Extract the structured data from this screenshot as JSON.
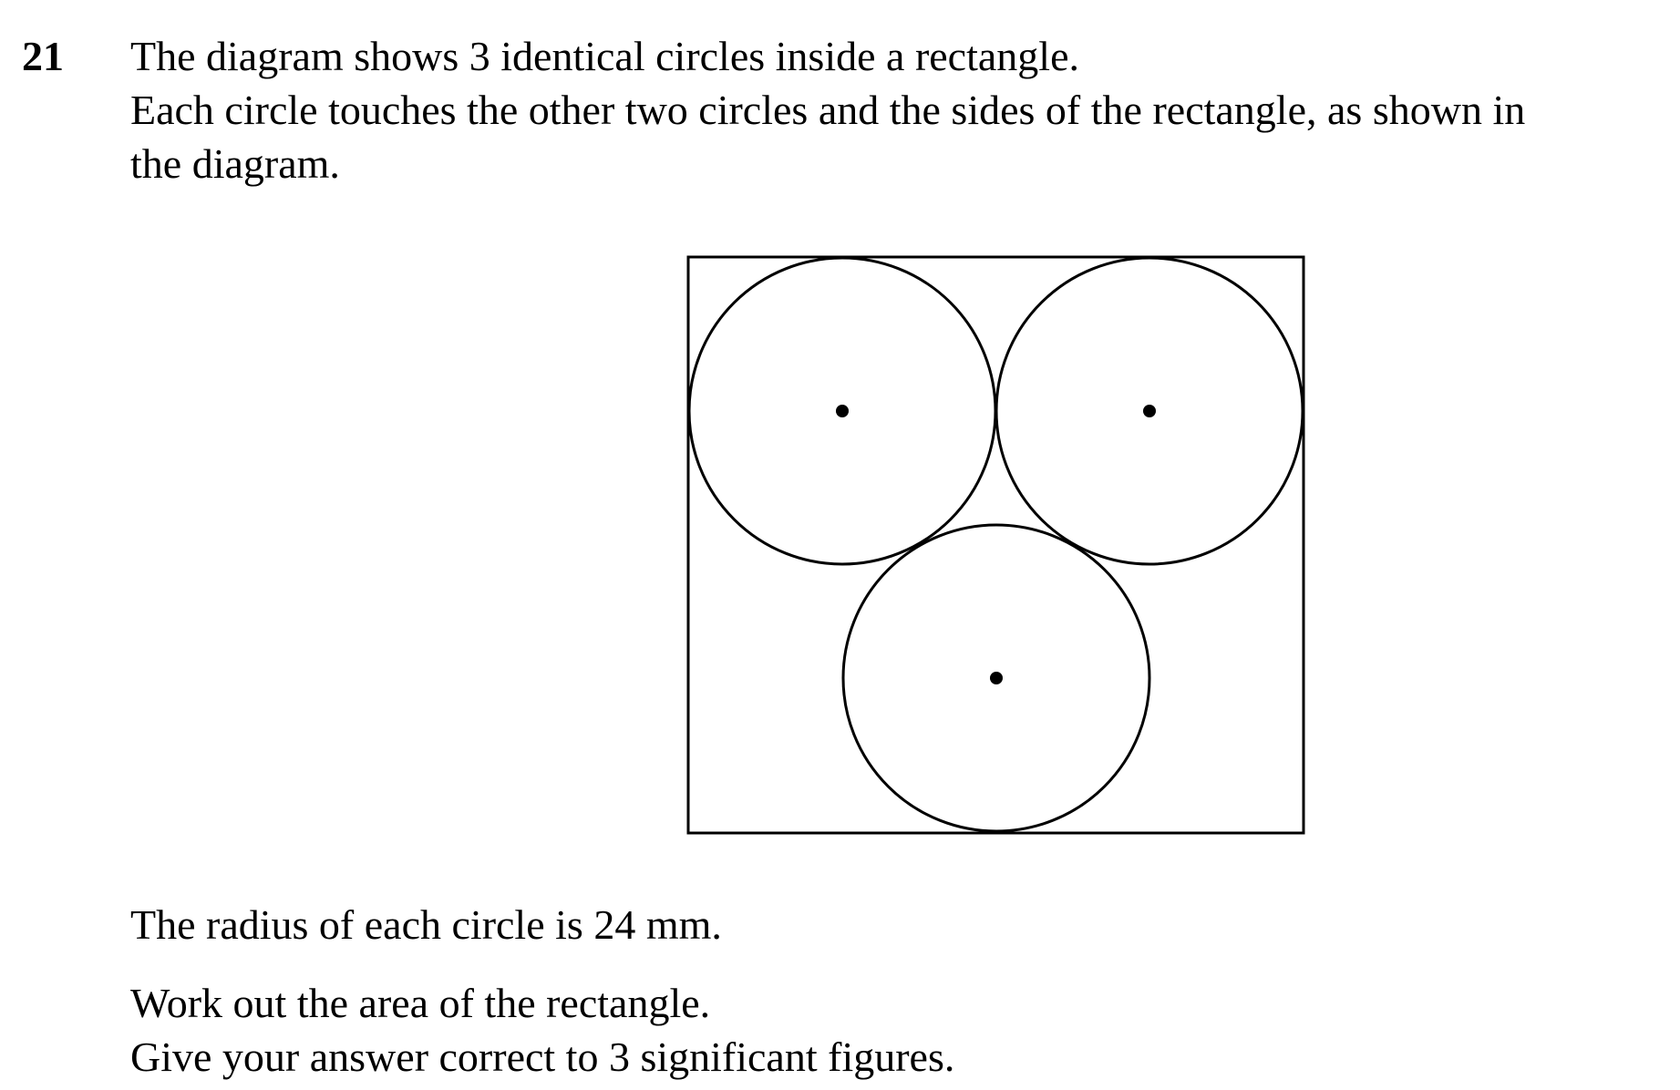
{
  "question": {
    "number": "21",
    "intro_lines": [
      "The diagram shows 3 identical circles inside a rectangle.",
      "Each circle touches the other two circles and the sides of the rectangle, as shown in",
      "the diagram."
    ],
    "given": "The radius of each circle is 24 mm.",
    "task_lines": [
      "Work out the area of the rectangle.",
      "Give your answer correct to 3 significant figures."
    ]
  }
}
